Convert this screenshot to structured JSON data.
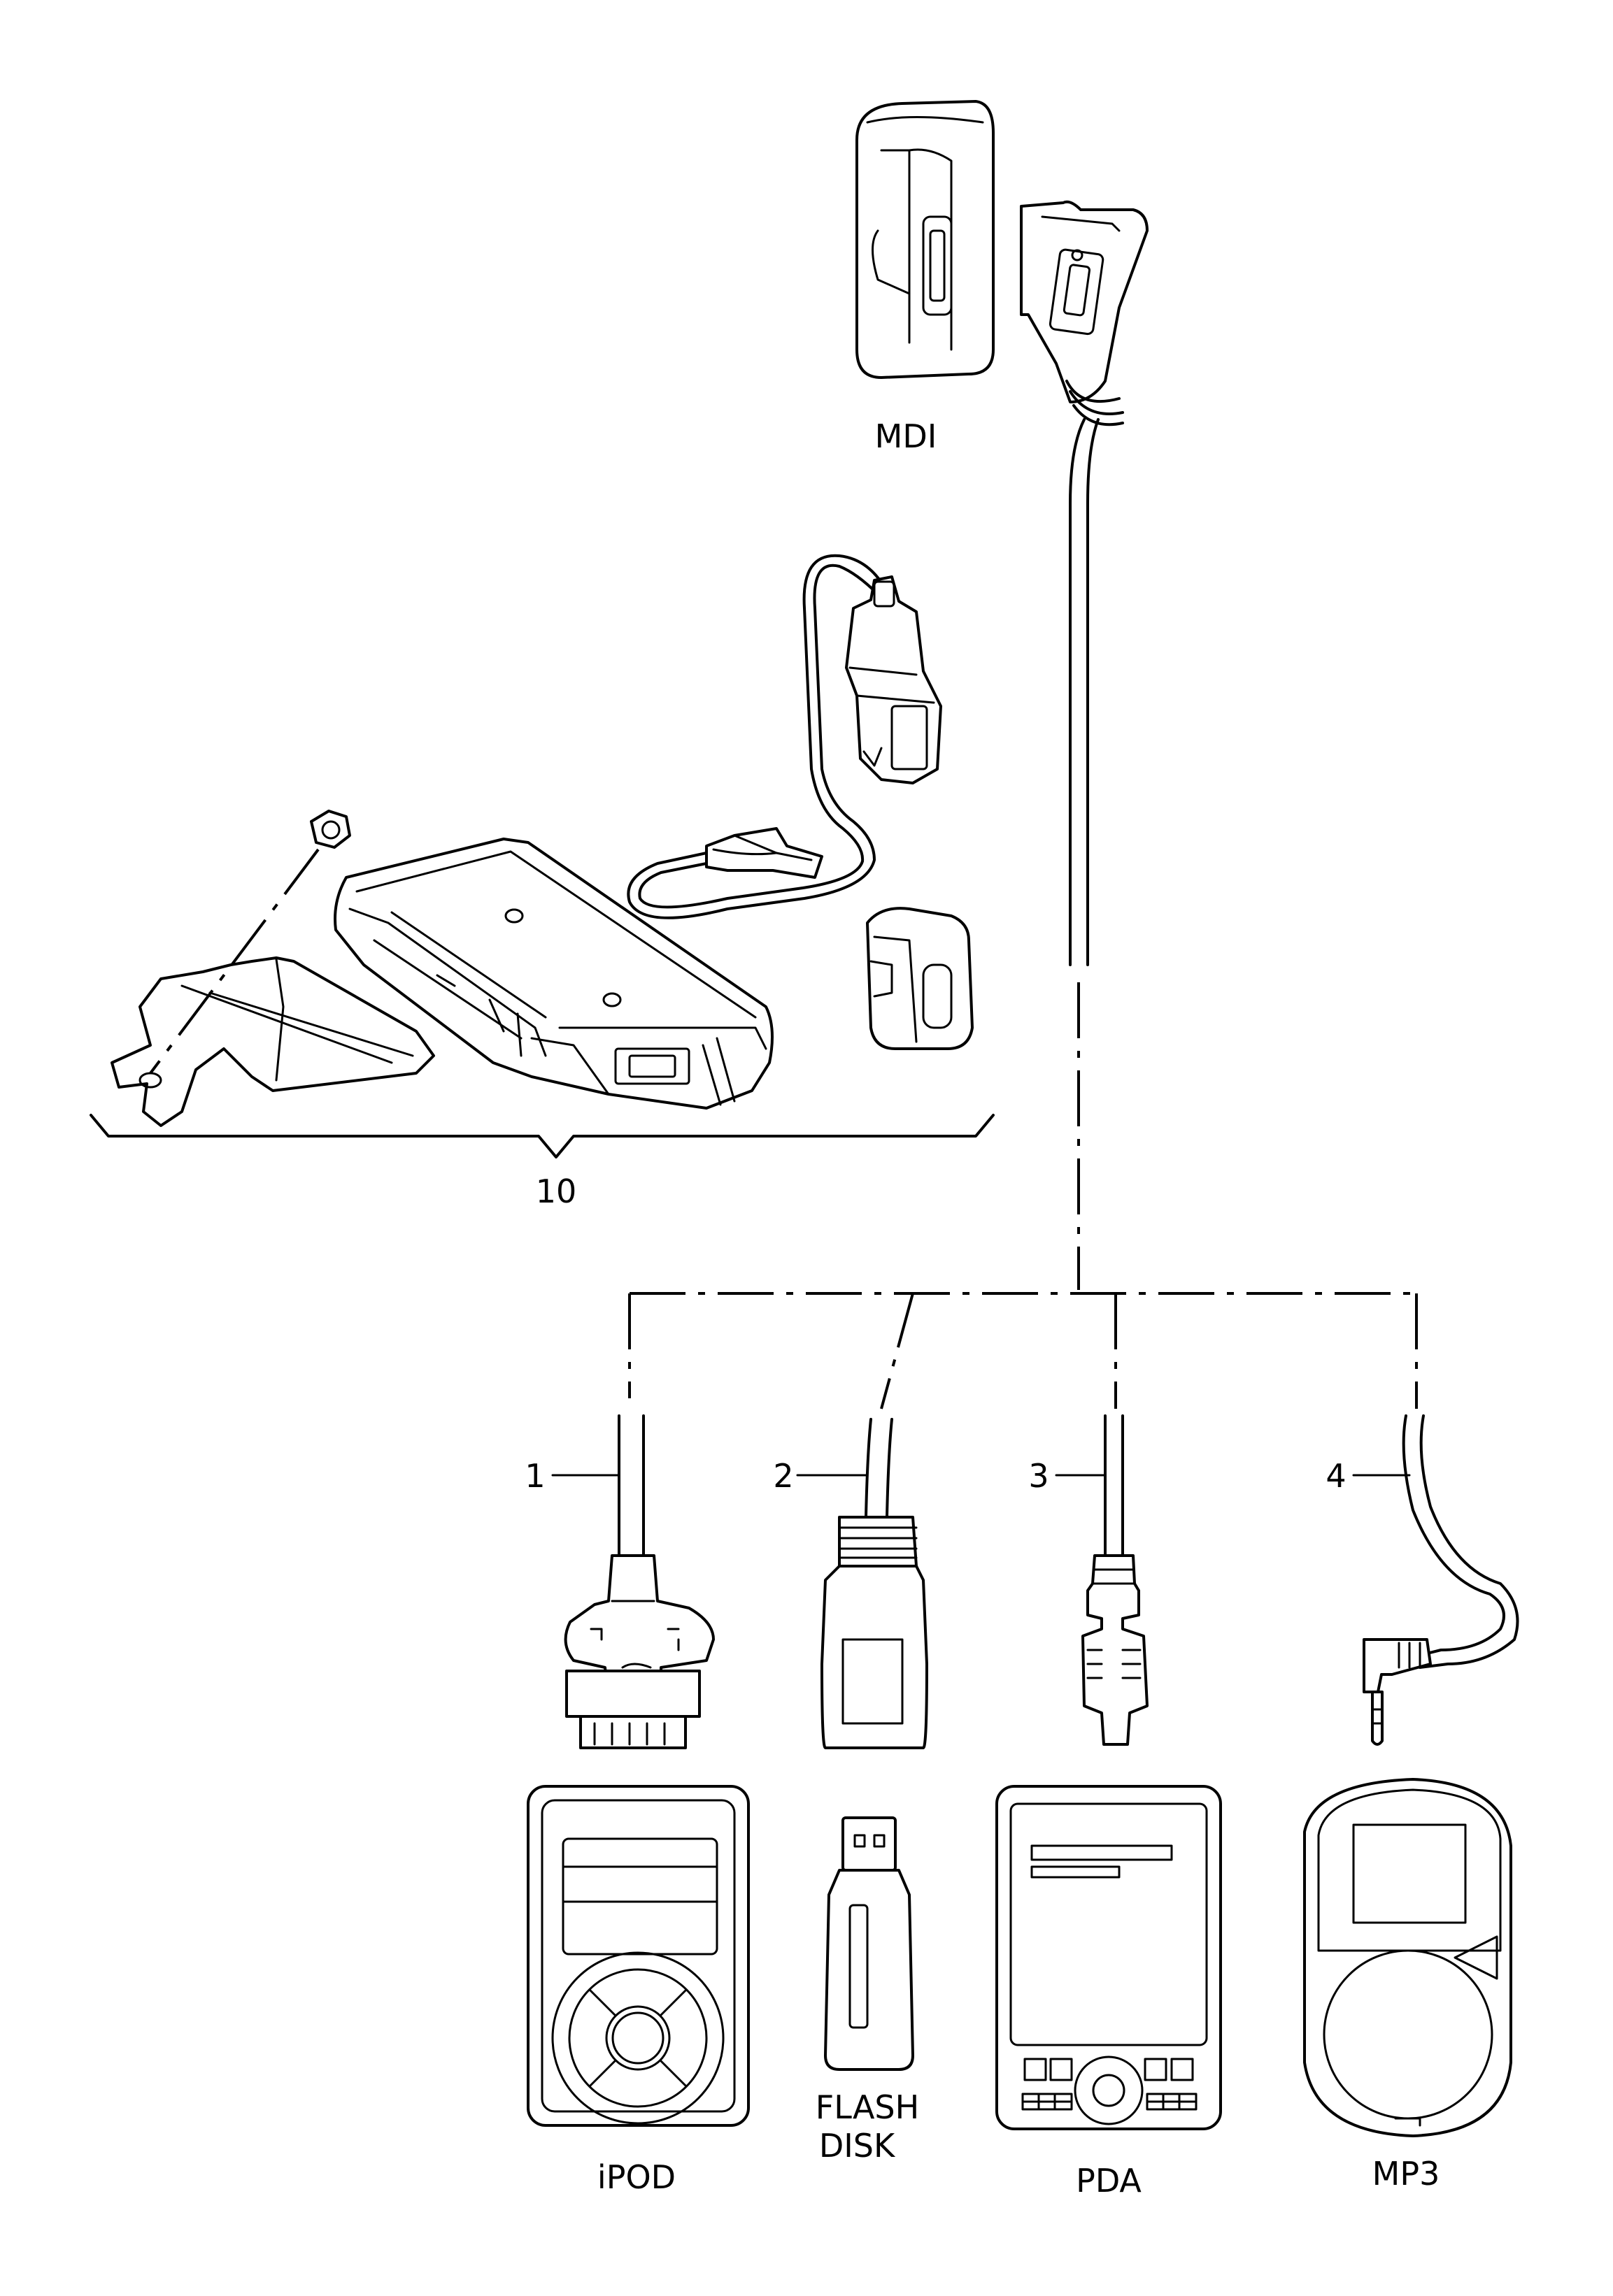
{
  "labels": {
    "mdi": "MDI",
    "kit": "10",
    "callout_1": "1",
    "callout_2": "2",
    "callout_3": "3",
    "callout_4": "4",
    "ipod": "iPOD",
    "flash_line1": "FLASH",
    "flash_line2": "DISK",
    "pda": "PDA",
    "mp3": "MP3"
  }
}
